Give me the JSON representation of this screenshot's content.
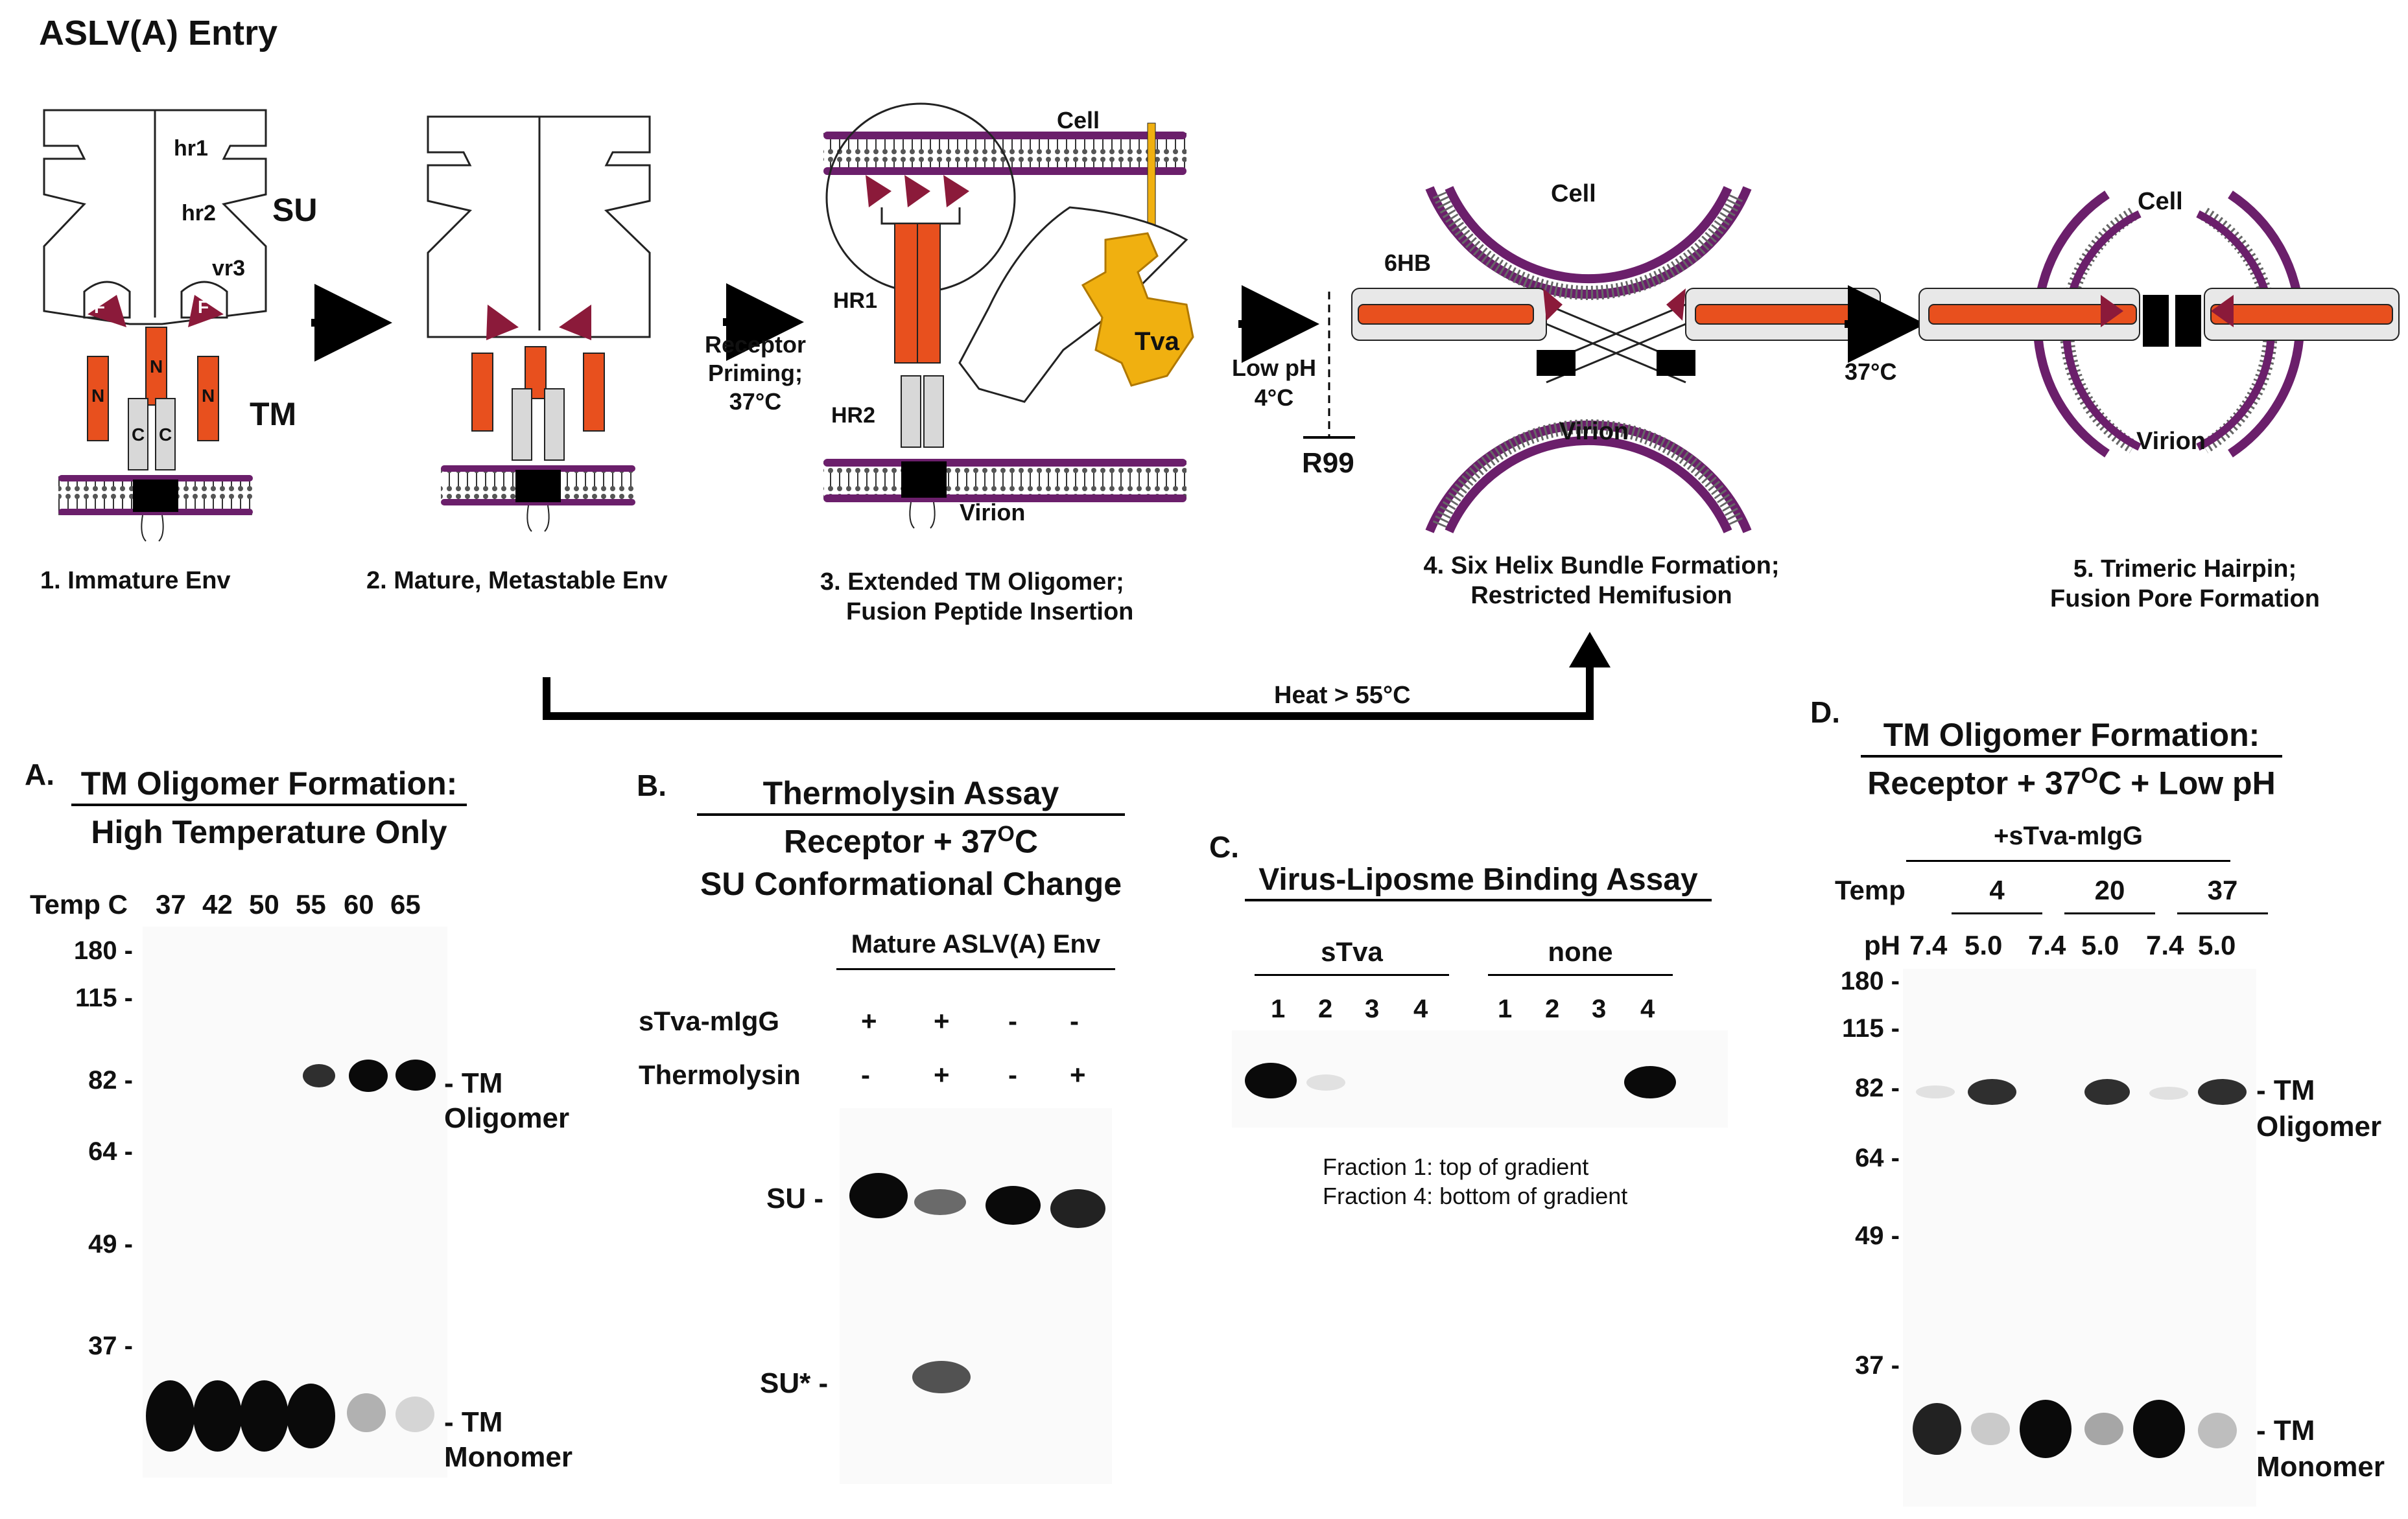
{
  "title": "ASLV(A) Entry",
  "diagram": {
    "step1": {
      "caption_num": "1.",
      "caption": "Immature Env",
      "labels": {
        "hr1": "hr1",
        "hr2": "hr2",
        "vr3": "vr3",
        "su": "SU",
        "tm": "TM",
        "n": "N",
        "c": "C",
        "f": "F"
      }
    },
    "step2": {
      "caption_num": "2.",
      "caption": "Mature, Metastable Env"
    },
    "arrow2": {
      "line1": "Receptor",
      "line2": "Priming;",
      "line3": "37°C"
    },
    "step3": {
      "caption_num": "3.",
      "caption_line1": "Extended TM Oligomer;",
      "caption_line2": "Fusion Peptide Insertion",
      "labels": {
        "cell": "Cell",
        "virion": "Virion",
        "hr1": "HR1",
        "hr2": "HR2",
        "tva": "Tva"
      }
    },
    "arrow3": {
      "line1": "Low pH",
      "line2": "4°C",
      "inhibitor": "R99"
    },
    "step4": {
      "caption_num": "4.",
      "caption_line1": "Six Helix Bundle Formation;",
      "caption_line2": "Restricted Hemifusion",
      "labels": {
        "cell": "Cell",
        "virion": "Virion",
        "bundle": "6HB"
      }
    },
    "arrow4": {
      "label": "37°C"
    },
    "step5": {
      "caption_num": "5.",
      "caption_line1": "Trimeric Hairpin;",
      "caption_line2": "Fusion Pore Formation",
      "labels": {
        "cell": "Cell",
        "virion": "Virion"
      }
    },
    "heat_arrow": {
      "label": "Heat > 55°C"
    }
  },
  "panelA": {
    "letter": "A.",
    "title1": "TM Oligomer Formation:",
    "title2": "High Temperature Only",
    "lane_header": "Temp C",
    "lanes": [
      "37",
      "42",
      "50",
      "55",
      "60",
      "65"
    ],
    "markers": [
      "180 -",
      "115 -",
      "82 -",
      "64 -",
      "49 -",
      "37 -"
    ],
    "right_labels": {
      "olig1": "- TM",
      "olig2": "Oligomer",
      "mono1": "- TM",
      "mono2": "Monomer"
    }
  },
  "panelB": {
    "letter": "B.",
    "title1": "Thermolysin Assay",
    "title2": "Receptor + 37",
    "title2_sup": "O",
    "title2_end": "C",
    "title3": "SU Conformational Change",
    "subheader": "Mature ASLV(A) Env",
    "rows": [
      {
        "label": "sTva-mIgG",
        "values": [
          "+",
          "+",
          "-",
          "-"
        ]
      },
      {
        "label": "Thermolysin",
        "values": [
          "-",
          "+",
          "-",
          "+"
        ]
      }
    ],
    "band_labels": {
      "su": "SU -",
      "su_star": "SU* -"
    }
  },
  "panelC": {
    "letter": "C.",
    "title": "Virus-Liposme Binding Assay",
    "groups": [
      {
        "label": "sTva",
        "lanes": [
          "1",
          "2",
          "3",
          "4"
        ]
      },
      {
        "label": "none",
        "lanes": [
          "1",
          "2",
          "3",
          "4"
        ]
      }
    ],
    "note1": "Fraction 1: top of gradient",
    "note2": "Fraction 4: bottom of gradient"
  },
  "panelD": {
    "letter": "D.",
    "title1": "TM Oligomer Formation:",
    "title2": "Receptor + 37",
    "title2_sup": "O",
    "title2_end": "C + Low pH",
    "reagent": "+sTva-mIgG",
    "temp_label": "Temp",
    "temps": [
      "4",
      "20",
      "37"
    ],
    "ph_label": "pH",
    "ph_values": [
      "7.4",
      "5.0",
      "7.4",
      "5.0",
      "7.4",
      "5.0"
    ],
    "markers": [
      "180 -",
      "115 -",
      "82 -",
      "64 -",
      "49 -",
      "37 -"
    ],
    "right_labels": {
      "olig1": "- TM",
      "olig2": "Oligomer",
      "mono1": "- TM",
      "mono2": "Monomer"
    }
  },
  "colors": {
    "membrane": "#6b1f6b",
    "helix": "#e8501e",
    "fusion_peptide": "#8b1a3a",
    "tva": "#f0b010",
    "grey_helix": "#d8d8d8"
  }
}
